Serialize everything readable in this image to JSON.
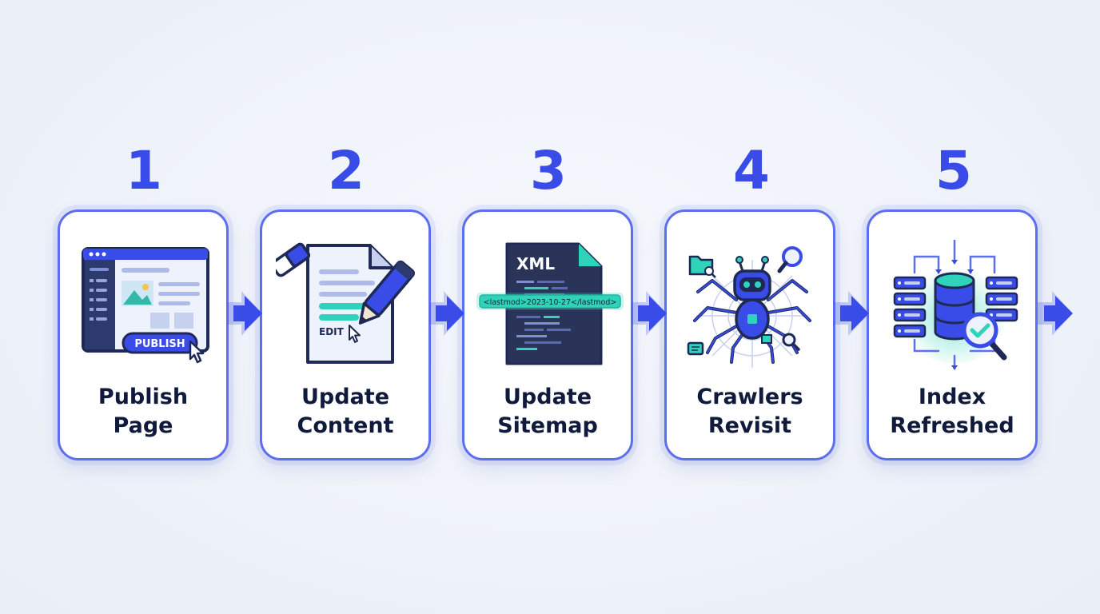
{
  "steps": [
    {
      "number": "1",
      "title": "Publish\nPage",
      "illustration": {
        "button_label": "PUBLISH",
        "icon": "browser-window-icon"
      }
    },
    {
      "number": "2",
      "title": "Update\nContent",
      "illustration": {
        "edit_label": "EDIT",
        "icon": "document-edit-icon"
      }
    },
    {
      "number": "3",
      "title": "Update\nSitemap",
      "illustration": {
        "file_label": "XML",
        "lastmod_tag": "<lastmod>2023-10-27</lastmod>",
        "icon": "xml-file-icon"
      }
    },
    {
      "number": "4",
      "title": "Crawlers\nRevisit",
      "illustration": {
        "icon": "spider-robot-icon"
      }
    },
    {
      "number": "5",
      "title": "Index\nRefreshed",
      "illustration": {
        "icon": "database-check-icon"
      }
    }
  ],
  "colors": {
    "accent": "#3a4ce8",
    "teal": "#2fd3b9",
    "dark": "#101a3d",
    "navy": "#1e2a55"
  }
}
